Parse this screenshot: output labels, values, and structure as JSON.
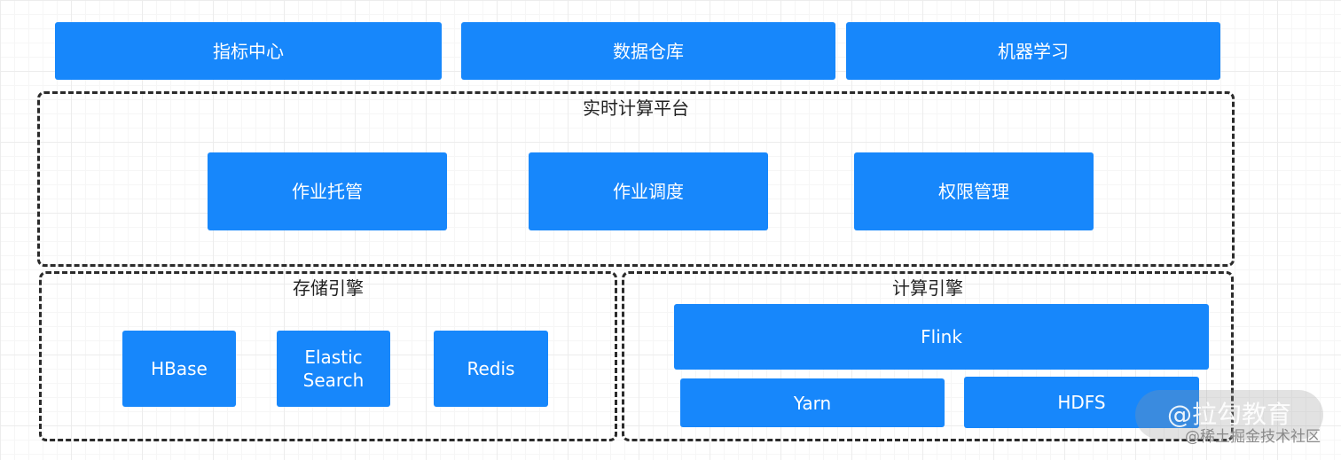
{
  "top_row": {
    "items": [
      "指标中心",
      "数据仓库",
      "机器学习"
    ]
  },
  "realtime_platform": {
    "title": "实时计算平台",
    "items": [
      "作业托管",
      "作业调度",
      "权限管理"
    ]
  },
  "storage_engine": {
    "title": "存储引擎",
    "items": [
      "HBase",
      [
        "Elastic",
        "Search"
      ],
      "Redis"
    ]
  },
  "compute_engine": {
    "title": "计算引擎",
    "flink": "Flink",
    "yarn": "Yarn",
    "hdfs": "HDFS"
  },
  "watermark": {
    "main": "@拉勾教育",
    "sub": "@稀土掘金技术社区"
  },
  "colors": {
    "box_fill": "#1787fb",
    "box_text": "#ffffff",
    "dashed_border": "#2b2b2b"
  }
}
